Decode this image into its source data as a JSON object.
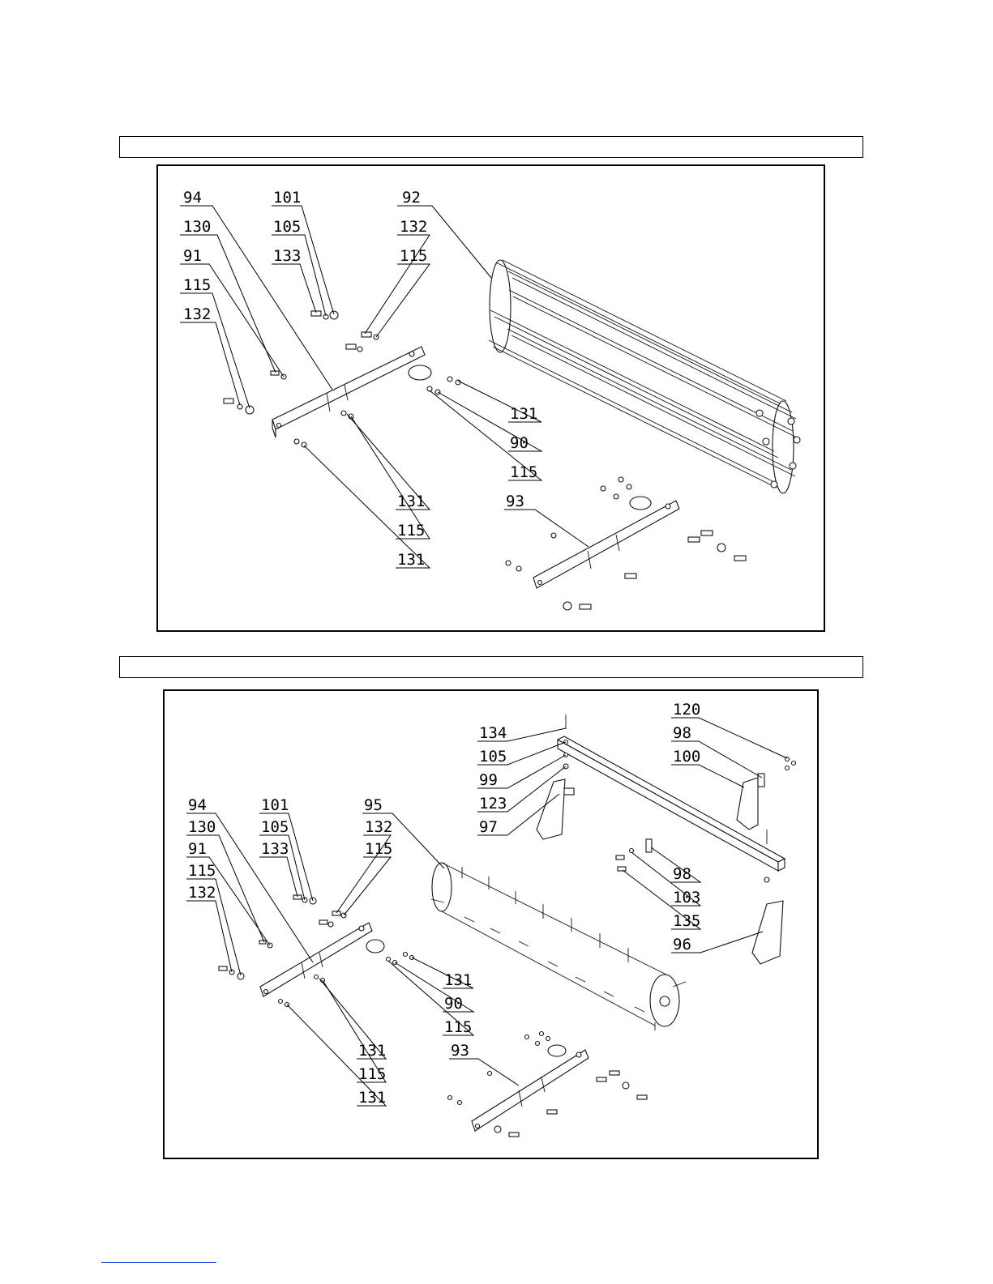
{
  "header_bars": [
    "",
    ""
  ],
  "diagram_top": {
    "labels": [
      "94",
      "130",
      "91",
      "115",
      "132",
      "101",
      "105",
      "133",
      "132",
      "115",
      "92",
      "131",
      "90",
      "115",
      "131",
      "115",
      "131",
      "93"
    ]
  },
  "diagram_bottom": {
    "labels": [
      "94",
      "130",
      "91",
      "115",
      "132",
      "101",
      "105",
      "133",
      "132",
      "115",
      "95",
      "134",
      "105",
      "99",
      "123",
      "97",
      "120",
      "98",
      "100",
      "98",
      "103",
      "135",
      "96",
      "131",
      "90",
      "115",
      "131",
      "115",
      "131",
      "93"
    ]
  },
  "colors": {
    "line": "#000000",
    "background": "#ffffff",
    "footer_rule": "#2a4fd0"
  }
}
